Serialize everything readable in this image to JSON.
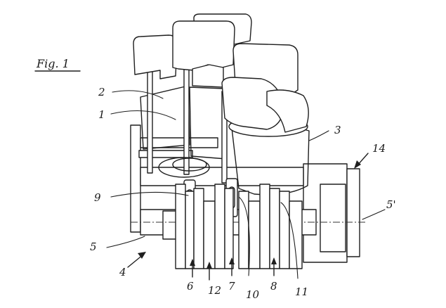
{
  "figure": {
    "title": "Fig. 1",
    "labels": {
      "l1": "1",
      "l2": "2",
      "l3": "3",
      "l4": "4",
      "l5": "5",
      "l5p": "5'",
      "l6": "6",
      "l7": "7",
      "l8": "8",
      "l9": "9",
      "l10": "10",
      "l11": "11",
      "l12": "12",
      "l14": "14"
    }
  },
  "colors": {
    "ink": "#1f1f1f",
    "paper": "#ffffff"
  }
}
